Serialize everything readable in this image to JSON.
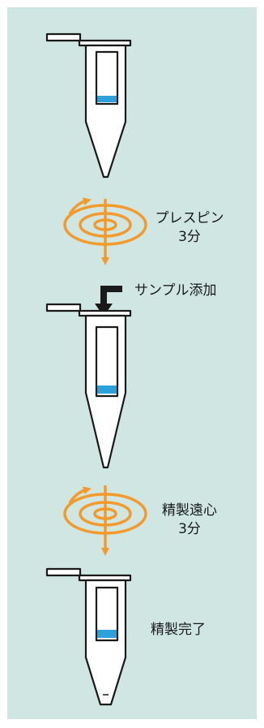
{
  "colors": {
    "background": "#cfe6e2",
    "outline": "#1a1a1a",
    "liquid": "#2d9fd9",
    "spin": "#f39a2b"
  },
  "steps": {
    "prespin_title": "プレスピン",
    "prespin_time": "3分",
    "sample_add": "サンプル添加",
    "purify_title": "精製遠心",
    "purify_time": "3分",
    "done": "精製完了"
  }
}
